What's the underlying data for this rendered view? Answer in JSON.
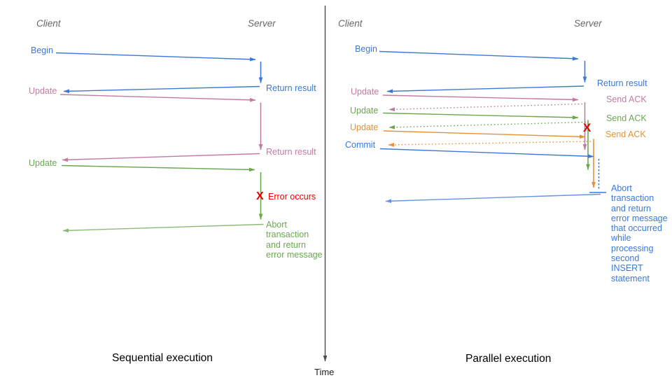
{
  "colors": {
    "blue": "#3c78d8",
    "pink": "#c27ba0",
    "green": "#6aa84f",
    "orange": "#e69138",
    "red": "#ee0000",
    "heading_gray": "#666666",
    "axis_gray": "#4a4a4a"
  },
  "time_axis": {
    "label": "Time"
  },
  "left": {
    "caption": "Sequential execution",
    "client_heading": "Client",
    "server_heading": "Server",
    "begin_label": "Begin",
    "update1_label": "Update",
    "update2_label": "Update",
    "return1_label": "Return result",
    "return2_label": "Return result",
    "error_mark": "X",
    "error_label": "Error occurs",
    "abort_lines": [
      "Abort",
      "transaction",
      "and return",
      "error message"
    ]
  },
  "right": {
    "caption": "Parallel execution",
    "client_heading": "Client",
    "server_heading": "Server",
    "begin_label": "Begin",
    "update1_label": "Update",
    "update2_label": "Update",
    "update3_label": "Update",
    "commit_label": "Commit",
    "return1_label": "Return result",
    "ack1_label": "Send ACK",
    "ack2_label": "Send ACK",
    "ack3_label": "Send ACK",
    "error_mark": "X",
    "abort_lines": [
      "Abort",
      "transaction",
      "and return",
      "error message",
      "that occurred",
      "while",
      "processing",
      "second",
      "INSERT",
      "statement"
    ]
  }
}
